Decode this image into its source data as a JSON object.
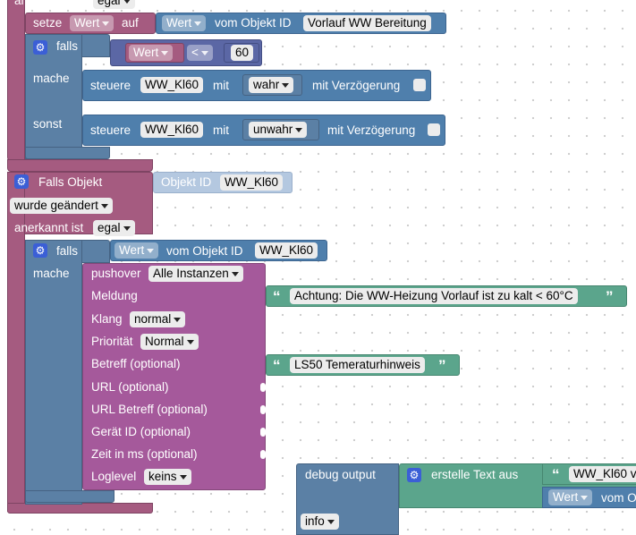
{
  "colors": {
    "event": "#a55b80",
    "logic": "#5b80a5",
    "object": "#4f7fac",
    "pushover": "#a5599b",
    "text": "#5ba58c",
    "math": "#5b67a5"
  },
  "top": {
    "anerkannt_label": "anerkannt ist",
    "anerkannt_value": "egal"
  },
  "setze": {
    "label": "setze",
    "var": "Wert",
    "auf": "auf",
    "prop": "Wert",
    "vom": "vom Objekt ID",
    "object": "Vorlauf WW Bereitung"
  },
  "if1": {
    "falls": "falls",
    "var": "Wert",
    "op": "<",
    "num": "60",
    "mache": "mache",
    "sonst": "sonst",
    "steuere1": "steuere",
    "obj1": "WW_Kl60",
    "mit1": "mit",
    "val1": "wahr",
    "delay1": "mit Verzögerung",
    "steuere2": "steuere",
    "obj2": "WW_Kl60",
    "mit2": "mit",
    "val2": "unwahr",
    "delay2": "mit Verzögerung"
  },
  "trigger": {
    "title": "Falls Objekt",
    "obj_label": "Objekt ID",
    "obj_value": "WW_Kl60",
    "changed": "wurde geändert",
    "anerkannt_label": "anerkannt ist",
    "anerkannt_value": "egal"
  },
  "if2": {
    "falls": "falls",
    "prop": "Wert",
    "vom": "vom Objekt ID",
    "object": "WW_Kl60",
    "mache": "mache"
  },
  "pushover": {
    "title": "pushover",
    "instance": "Alle Instanzen",
    "meldung": "Meldung",
    "meldung_text": "Achtung: Die WW-Heizung Vorlauf ist zu kalt < 60°C",
    "klang": "Klang",
    "klang_value": "normal",
    "prio": "Priorität",
    "prio_value": "Normal",
    "betreff": "Betreff (optional)",
    "betreff_text": "LS50 Temeraturhinweis",
    "url": "URL (optional)",
    "url_betreff": "URL Betreff (optional)",
    "geraet": "Gerät ID (optional)",
    "zeit": "Zeit in ms (optional)",
    "loglevel": "Loglevel",
    "loglevel_value": "keins"
  },
  "debug": {
    "title": "debug output",
    "erstelle": "erstelle Text aus",
    "text1": "WW_Kl60 v",
    "prop": "Wert",
    "vom": "vom O",
    "level": "info"
  }
}
